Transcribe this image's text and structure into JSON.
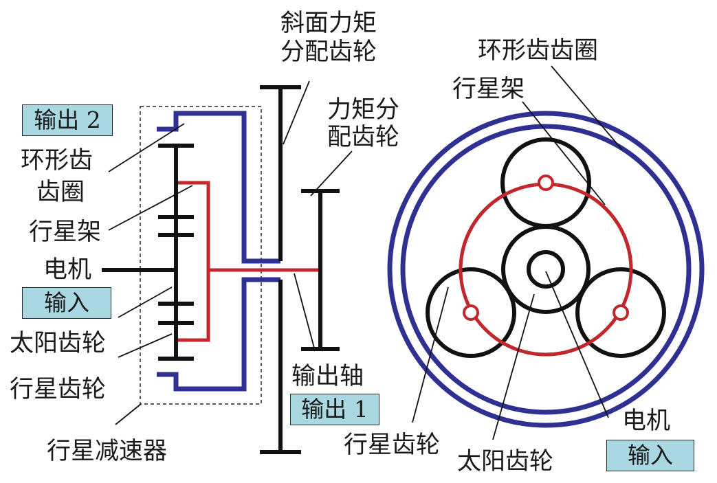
{
  "colors": {
    "ring_gear": "#2e3192",
    "carrier": "#c1272d",
    "gear_black": "#111111",
    "box_fill": "#a9d8e2",
    "leader": "#111111",
    "dashed_frame": "#222222"
  },
  "left_labels": {
    "output2_box": "输出 2",
    "ring_gear_line1": "环形齿",
    "ring_gear_line2": "齿圈",
    "carrier": "行星架",
    "motor": "电机",
    "input_box": "输入",
    "sun_gear": "太阳齿轮",
    "planet_gear": "行星齿轮",
    "planetary_reducer": "行星减速器"
  },
  "center_labels": {
    "helical_line1": "斜面力矩",
    "helical_line2": "分配齿轮",
    "torque_line1": "力矩分",
    "torque_line2": "配齿轮",
    "output_shaft": "输出轴",
    "output1_box": "输出 1"
  },
  "right_labels": {
    "ring_gear": "环形齿齿圈",
    "carrier": "行星架",
    "planet_gear": "行星齿轮",
    "sun_gear": "太阳齿轮",
    "motor": "电机",
    "input_box": "输入"
  }
}
